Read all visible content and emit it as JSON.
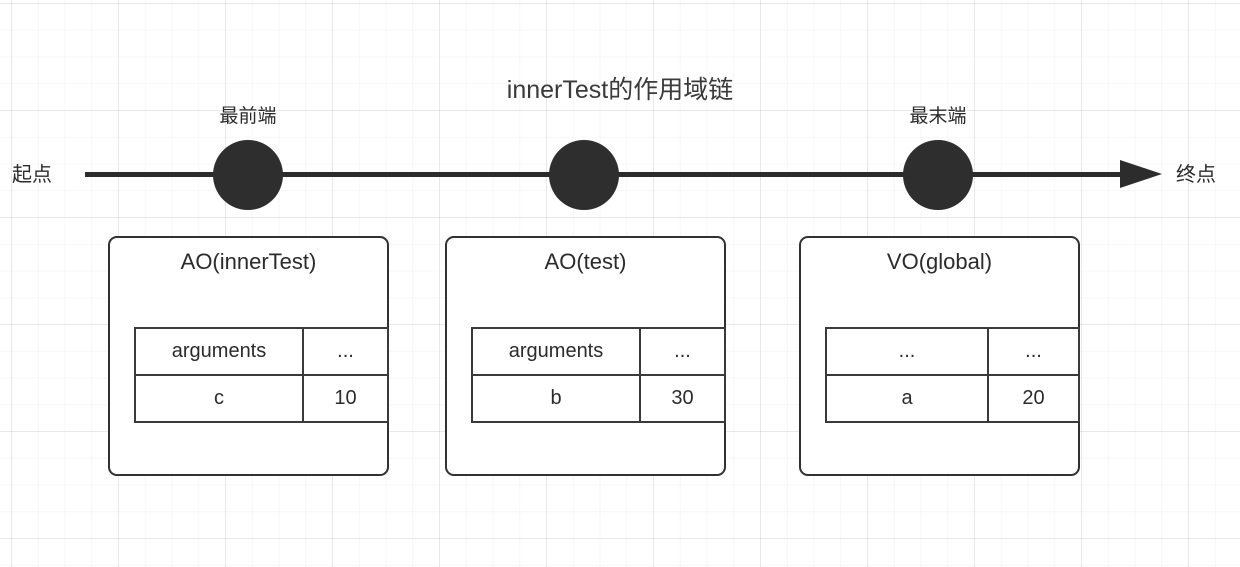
{
  "title": "innerTest的作用域链",
  "axis": {
    "start_label": "起点",
    "end_label": "终点",
    "arrow_direction": "right",
    "arrow_icon": "arrowhead-right-icon",
    "line_color": "#2c2c2c"
  },
  "nodes": [
    {
      "id": "node-1",
      "caption": "最前端",
      "color": "#2e2e2e"
    },
    {
      "id": "node-2",
      "caption": "",
      "color": "#2e2e2e"
    },
    {
      "id": "node-3",
      "caption": "最末端",
      "color": "#2e2e2e"
    }
  ],
  "scopes": [
    {
      "id": "scope-1",
      "title": "AO(innerTest)",
      "rows": [
        {
          "key": "arguments",
          "value": "..."
        },
        {
          "key": "c",
          "value": "10"
        }
      ]
    },
    {
      "id": "scope-2",
      "title": "AO(test)",
      "rows": [
        {
          "key": "arguments",
          "value": "..."
        },
        {
          "key": "b",
          "value": "30"
        }
      ]
    },
    {
      "id": "scope-3",
      "title": "VO(global)",
      "rows": [
        {
          "key": "...",
          "value": "..."
        },
        {
          "key": "a",
          "value": "20"
        }
      ]
    }
  ],
  "colors": {
    "ink": "#2b2b2b",
    "node_fill": "#2e2e2e",
    "box_border": "#313131",
    "grid_line": "#ececec",
    "background": "#ffffff"
  }
}
